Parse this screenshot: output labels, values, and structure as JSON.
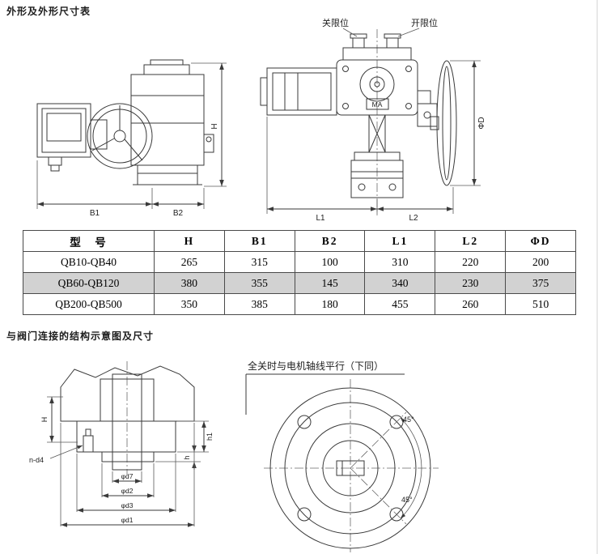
{
  "page": {
    "title_outline": "外形及外形尺寸表",
    "title_connection": "与阀门连接的结构示意图及尺寸"
  },
  "side_view": {
    "dim_h": "H",
    "dim_b1": "B1",
    "dim_b2": "B2"
  },
  "front_view": {
    "close_limit": "关限位",
    "open_limit": "开限位",
    "ma_mark": "MA",
    "dim_l1": "L1",
    "dim_l2": "L2",
    "dim_d": "ΦD"
  },
  "section_view": {
    "dim_H": "H",
    "dim_n_d4": "n-d4",
    "dim_h1": "h1",
    "dim_h": "h",
    "dim_d7": "φd7",
    "dim_d2": "φd2",
    "dim_d3": "φd3",
    "dim_d1": "φd1"
  },
  "flange_view": {
    "note": "全关时与电机轴线平行（下同）",
    "angle_upper": "45°",
    "angle_lower": "45°"
  },
  "table": {
    "headers": [
      "型　号",
      "H",
      "B1",
      "B2",
      "L1",
      "L2",
      "ΦD"
    ],
    "rows": [
      {
        "model": "QB10-QB40",
        "H": "265",
        "B1": "315",
        "B2": "100",
        "L1": "310",
        "L2": "220",
        "D": "200"
      },
      {
        "model": "QB60-QB120",
        "H": "380",
        "B1": "355",
        "B2": "145",
        "L1": "340",
        "L2": "230",
        "D": "375"
      },
      {
        "model": "QB200-QB500",
        "H": "350",
        "B1": "385",
        "B2": "180",
        "L1": "455",
        "L2": "260",
        "D": "510"
      }
    ]
  }
}
